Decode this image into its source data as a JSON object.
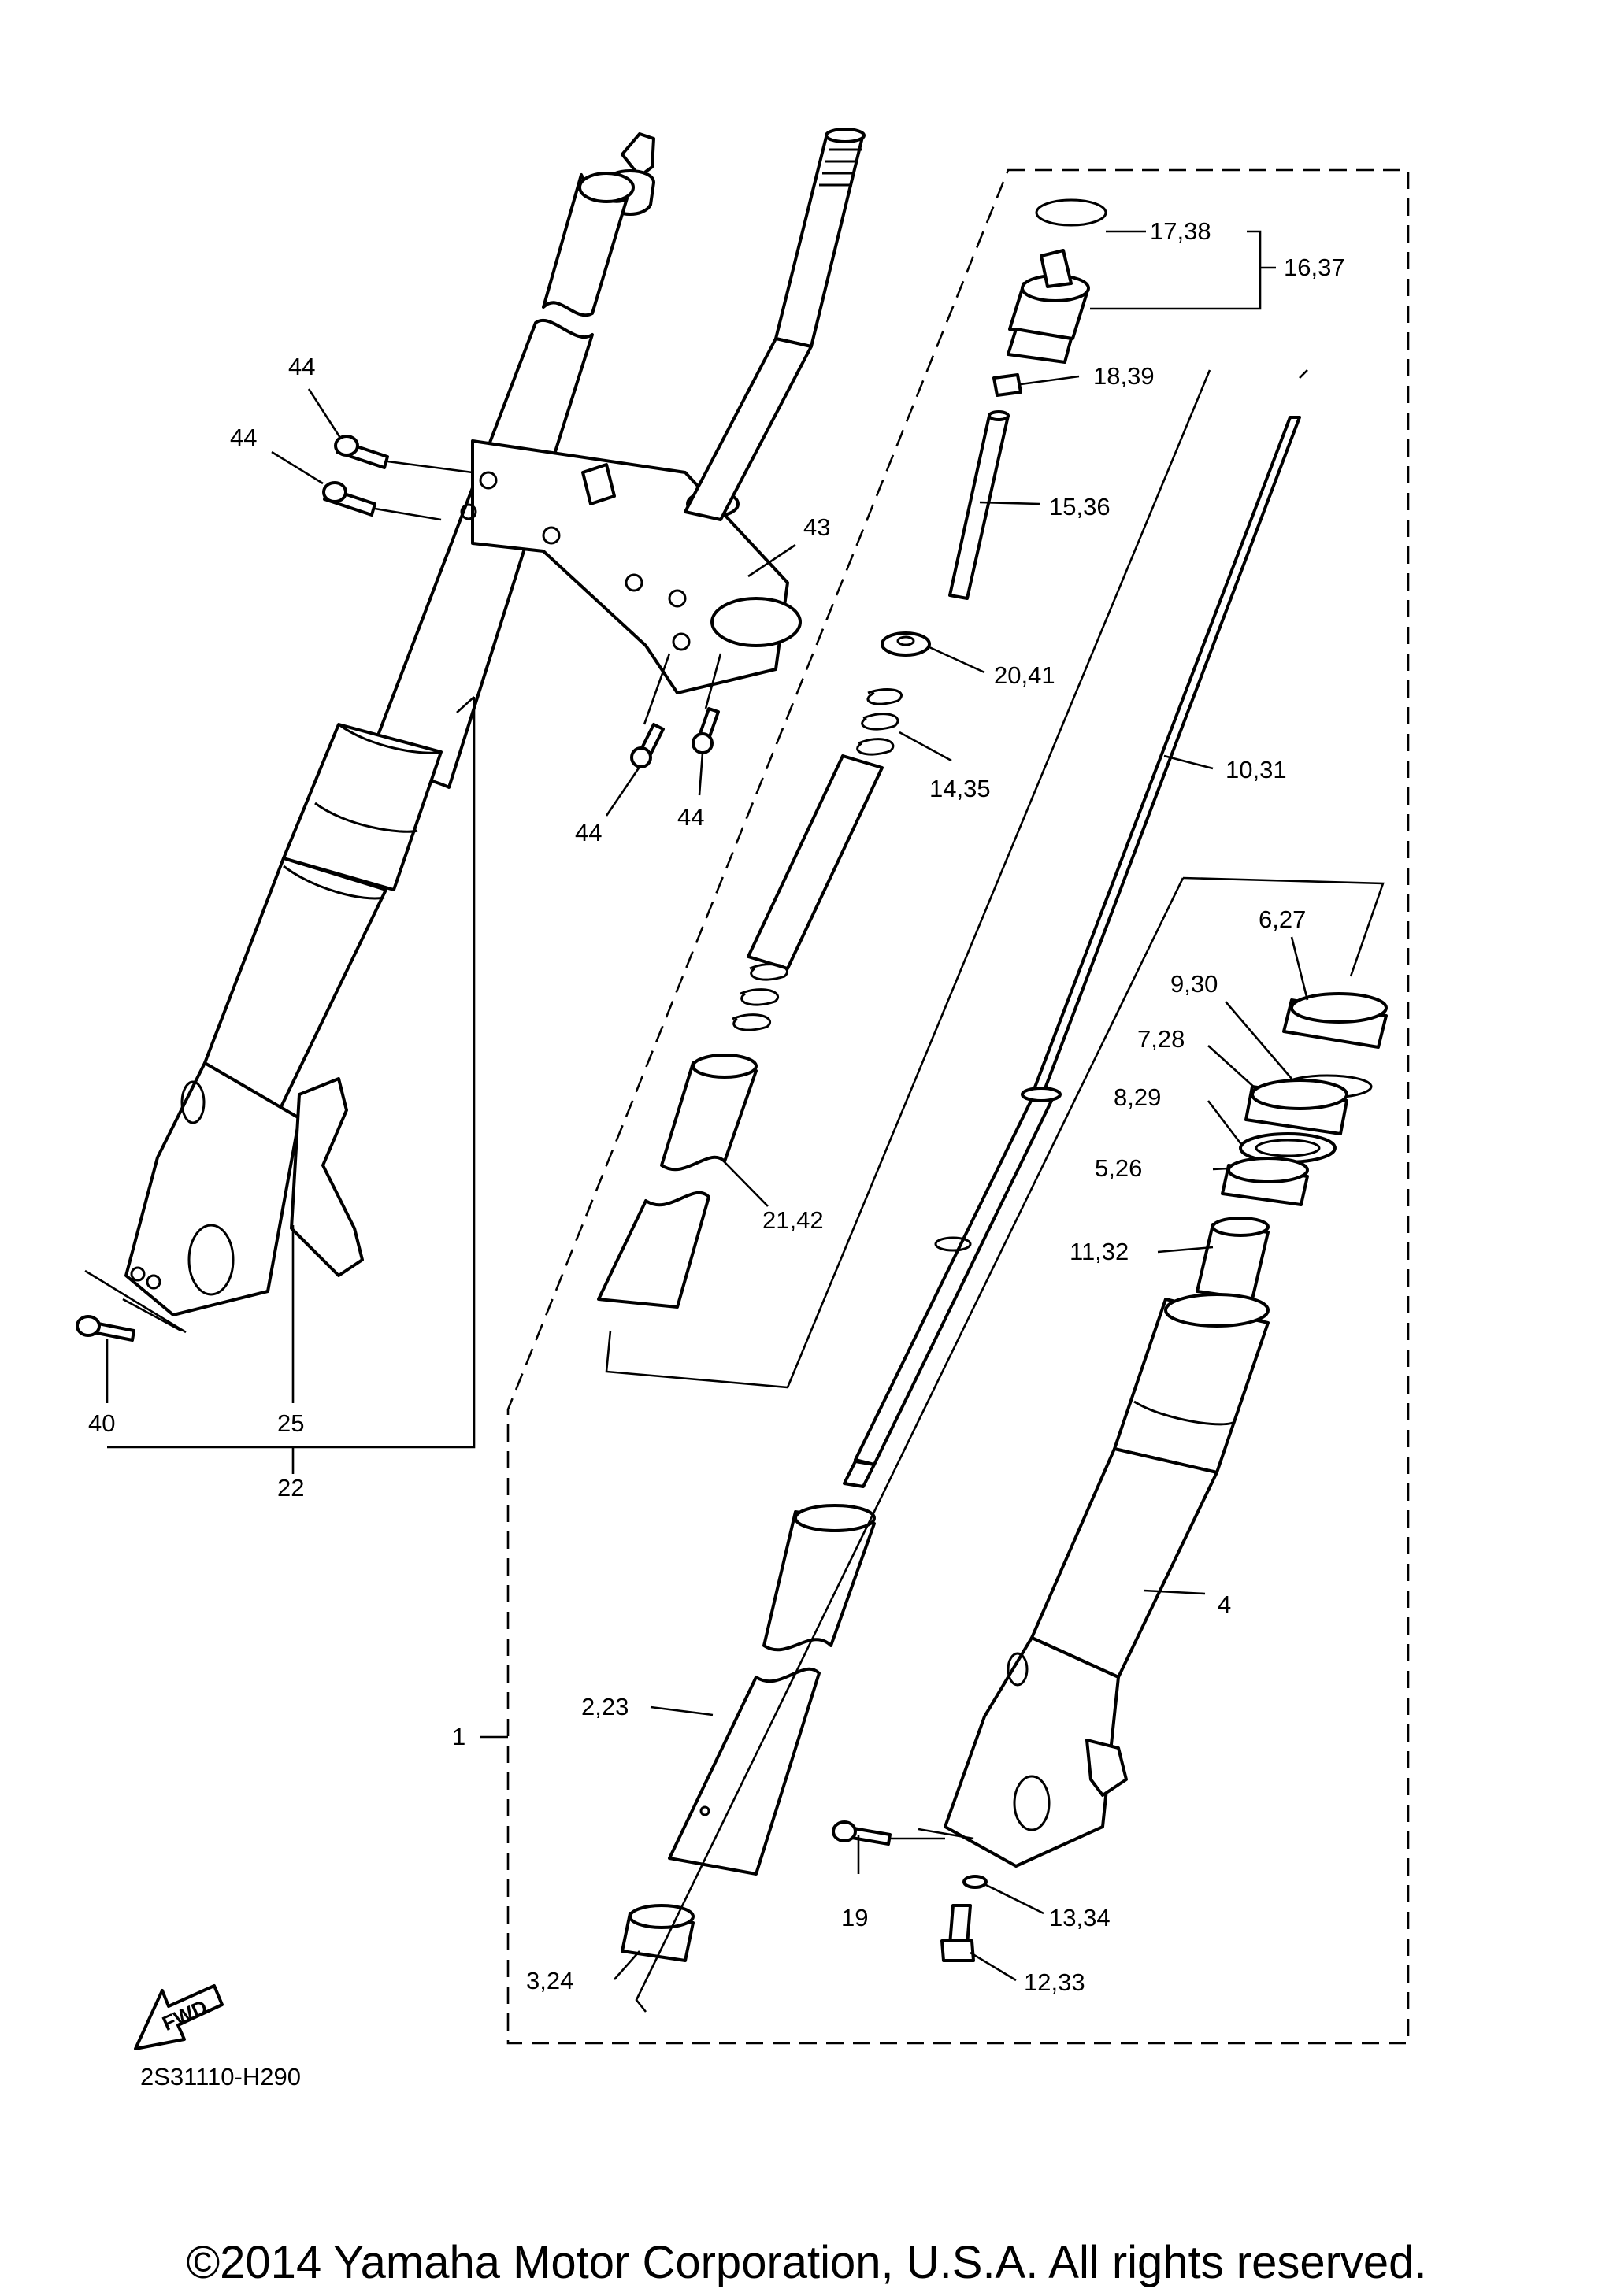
{
  "labels": {
    "l1": "1",
    "l2_23": "2,23",
    "l3_24": "3,24",
    "l4": "4",
    "l5_26": "5,26",
    "l6_27": "6,27",
    "l7_28": "7,28",
    "l8_29": "8,29",
    "l9_30": "9,30",
    "l10_31": "10,31",
    "l11_32": "11,32",
    "l12_33": "12,33",
    "l13_34": "13,34",
    "l14_35": "14,35",
    "l15_36": "15,36",
    "l16_37": "16,37",
    "l17_38": "17,38",
    "l18_39": "18,39",
    "l19": "19",
    "l20_41": "20,41",
    "l21_42": "21,42",
    "l22": "22",
    "l25": "25",
    "l40": "40",
    "l43": "43",
    "l44": "44"
  },
  "fwd": "FWD",
  "diagram_code": "2S31110-H290",
  "copyright": "©2014 Yamaha Motor Corporation, U.S.A. All rights reserved."
}
